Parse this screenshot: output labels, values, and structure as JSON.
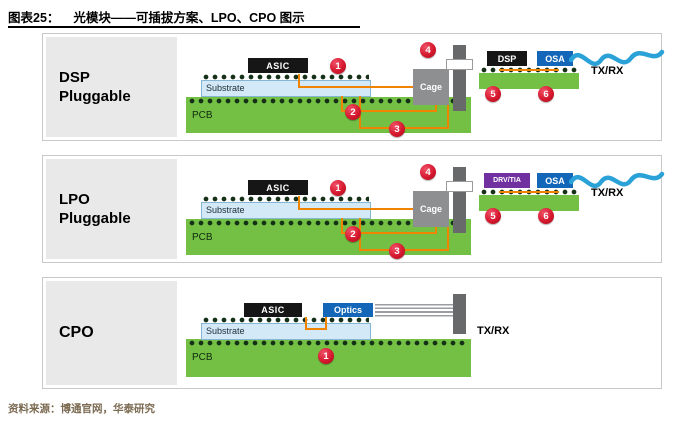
{
  "header": {
    "fig_label": "图表25：",
    "title": "光模块——可插拔方案、LPO、CPO 图示"
  },
  "footer": {
    "source": "资料来源：博通官网，华泰研究"
  },
  "labels": {
    "asic": "ASIC",
    "substrate": "Substrate",
    "pcb": "PCB",
    "cage": "Cage",
    "osa": "OSA",
    "optics": "Optics",
    "txrx": "TX/RX"
  },
  "badges": {
    "n1": "1",
    "n2": "2",
    "n3": "3",
    "n4": "4",
    "n5": "5",
    "n6": "6"
  },
  "panels": {
    "dsp": {
      "name": "DSP\nPluggable",
      "chip": "DSP"
    },
    "lpo": {
      "name": "LPO\nPluggable",
      "chip": "DRV/TIA"
    },
    "cpo": {
      "name": "CPO"
    }
  },
  "colors": {
    "pcb_green": "#74c044",
    "substrate_blue": "#d3e9f7",
    "asic_black": "#161616",
    "badge_red": "#d6182e",
    "trace_orange": "#f08300",
    "cage_gray": "#8d8f91",
    "plate_gray": "#68696b",
    "osa_blue": "#1467b8",
    "drv_purple": "#7030a0",
    "fiber_blue": "#2aa2d8",
    "ribbon_gray": "#999da1"
  }
}
